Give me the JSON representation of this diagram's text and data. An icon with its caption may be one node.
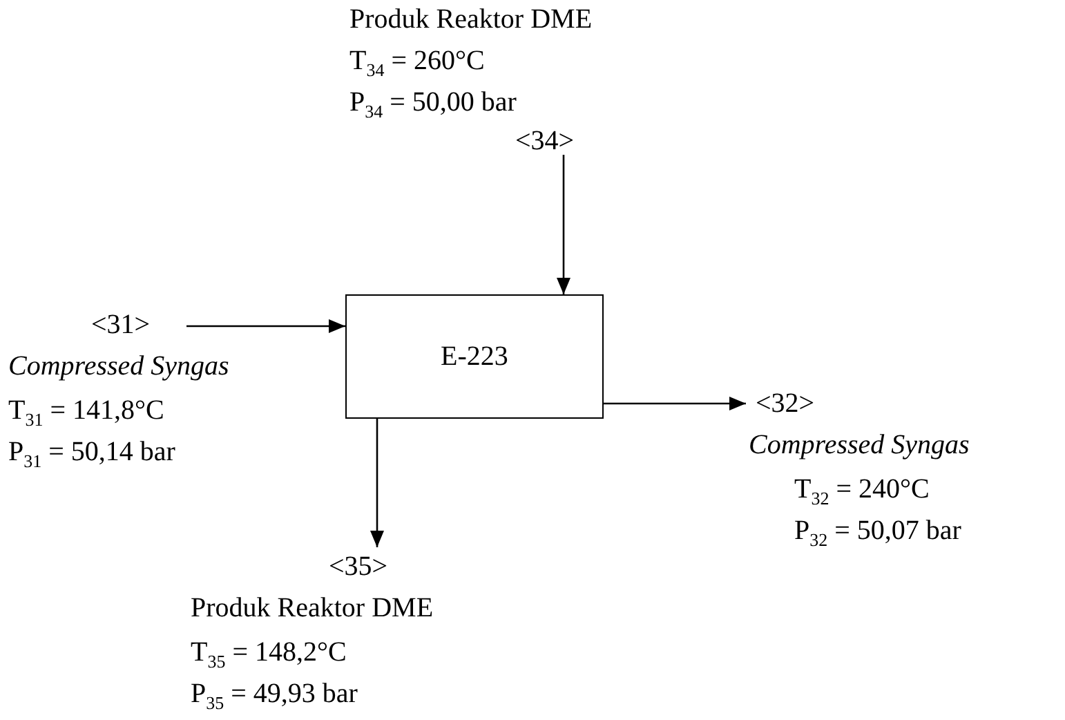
{
  "diagram": {
    "nodes": [
      {
        "text": [
          "Produk Reaktor DME",
          "T$_{34}$ = 260°C",
          "P$_{34}$ = 50,00 bar",
          "<34>"
        ]
      },
      {
        "text": [
          "<31>",
          "Compressed Syngas",
          "T$_{31}$ = 141,8°C",
          "P$_{31}$ = 50,14 bar"
        ]
      },
      {
        "text": [
          "E-223"
        ]
      },
      {
        "text": [
          "<32>",
          "Compressed Syngas",
          "T$_{32}$ = 240°C",
          "P$_{32}$ = 50,07 bar"
        ]
      },
      {
        "text": [
          "<35>",
          "Produk Reaktor DME",
          "T$_{35}$ = 148,2°C",
          "P$_{35}$ = 49,93 bar"
        ]
      }
    ],
    "edges": [
      {
        "from": 0,
        "to": 2,
        "arrow": "to"
      },
      {
        "from": 1,
        "to": 2,
        "arrow": "to"
      },
      {
        "from": 2,
        "to": 3,
        "arrow": "to"
      },
      {
        "from": 2,
        "to": 4,
        "arrow": "to"
      }
    ]
  }
}
